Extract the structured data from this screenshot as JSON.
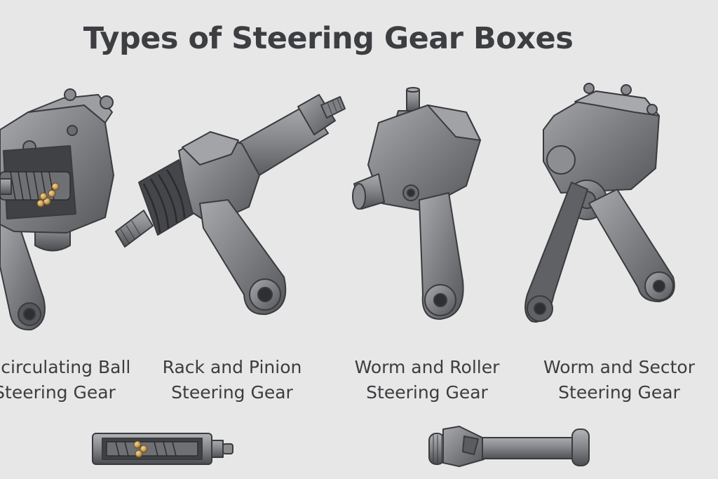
{
  "title": "Types of Steering Gear Boxes",
  "gears": [
    {
      "name_line1": "Recirculating Ball",
      "name_line2": "Steering Gear"
    },
    {
      "name_line1": "Rack and Pinion",
      "name_line2": "Steering Gear"
    },
    {
      "name_line1": "Worm and Roller",
      "name_line2": "Steering Gear"
    },
    {
      "name_line1": "Worm and Sector",
      "name_line2": "Steering Gear"
    }
  ],
  "colors": {
    "background": "#e7e7e7",
    "metal": "#7d7f83",
    "metal_dark": "#46484c",
    "brass": "#c9a05a"
  }
}
